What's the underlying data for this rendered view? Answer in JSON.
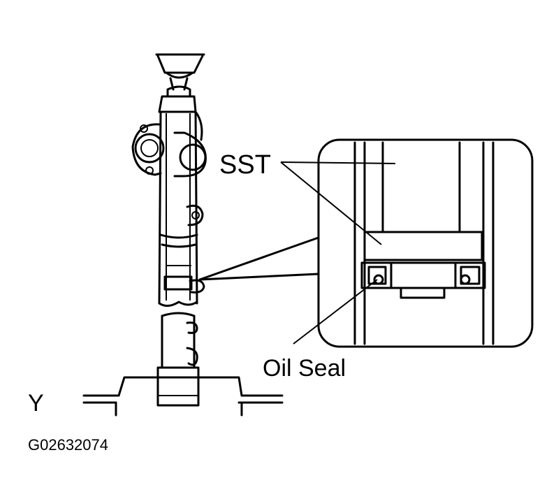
{
  "labels": {
    "sst": "SST",
    "oil_seal": "Oil Seal",
    "view": "Y",
    "figure_code": "G02632074"
  },
  "colors": {
    "ink": "#000000",
    "paper": "#ffffff"
  }
}
